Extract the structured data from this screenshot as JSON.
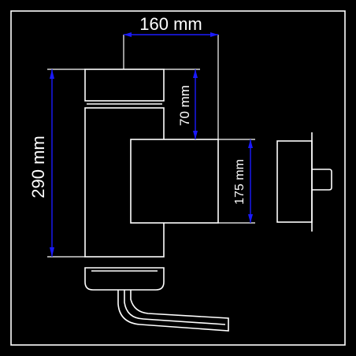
{
  "drawing": {
    "background_color": "#000000",
    "line_color": "#ffffff",
    "dimension_color": "#1a1aff"
  },
  "dimensions": {
    "width_top": "160 mm",
    "height_total": "290 mm",
    "height_upper": "70 mm",
    "height_box": "175 mm"
  }
}
